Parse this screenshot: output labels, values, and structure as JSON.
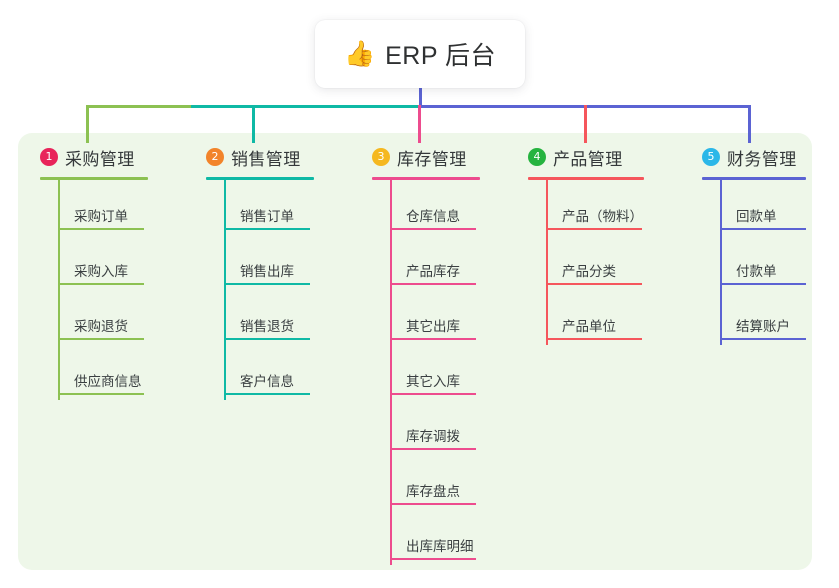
{
  "title": {
    "icon": "thumbs-up-icon",
    "icon_glyph": "👍",
    "text": "ERP 后台"
  },
  "palette": {
    "panel_bg": "#eef7e9",
    "page_bg": "#ffffff",
    "stem": "#5b63d3",
    "bus_left": "#8cc152",
    "bus_mid": "#0fb9a5",
    "bus_right": "#5b63d3"
  },
  "columns": [
    {
      "number": "1",
      "title": "采购管理",
      "badge_color": "#e8245a",
      "line_color": "#8cc152",
      "items": [
        "采购订单",
        "采购入库",
        "采购退货",
        "供应商信息"
      ]
    },
    {
      "number": "2",
      "title": "销售管理",
      "badge_color": "#f2842a",
      "line_color": "#0fb9a5",
      "items": [
        "销售订单",
        "销售出库",
        "销售退货",
        "客户信息"
      ]
    },
    {
      "number": "3",
      "title": "库存管理",
      "badge_color": "#f5b820",
      "line_color": "#ed4c8e",
      "items": [
        "仓库信息",
        "产品库存",
        "其它出库",
        "其它入库",
        "库存调拨",
        "库存盘点",
        "出库库明细"
      ]
    },
    {
      "number": "4",
      "title": "产品管理",
      "badge_color": "#25b33f",
      "line_color": "#f5565c",
      "items": [
        "产品（物料）",
        "产品分类",
        "产品单位"
      ]
    },
    {
      "number": "5",
      "title": "财务管理",
      "badge_color": "#2bb7e8",
      "line_color": "#5b63d3",
      "items": [
        "回款单",
        "付款单",
        "结算账户"
      ]
    }
  ]
}
